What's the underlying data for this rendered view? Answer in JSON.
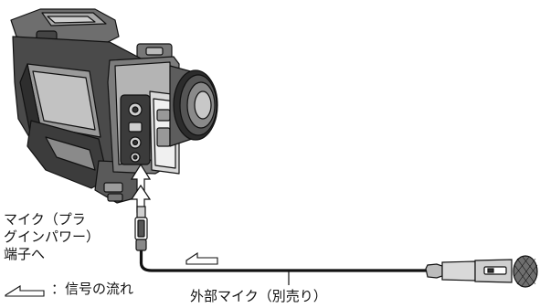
{
  "diagram": {
    "input_label_lines": [
      "マイク（プラ",
      "グインパワー）",
      "端子へ"
    ],
    "microphone_label": "外部マイク（別売り）",
    "legend_text": "：信号の流れ",
    "camcorder_icon": "camcorder-icon",
    "microphone_icon": "microphone-icon",
    "signal_arrow_icon": "signal-flow-arrow-icon",
    "colors": {
      "line": "#111111",
      "body_dark": "#3a3a3a",
      "body_mid": "#8c8c8c",
      "body_light": "#d6d6d6"
    }
  }
}
